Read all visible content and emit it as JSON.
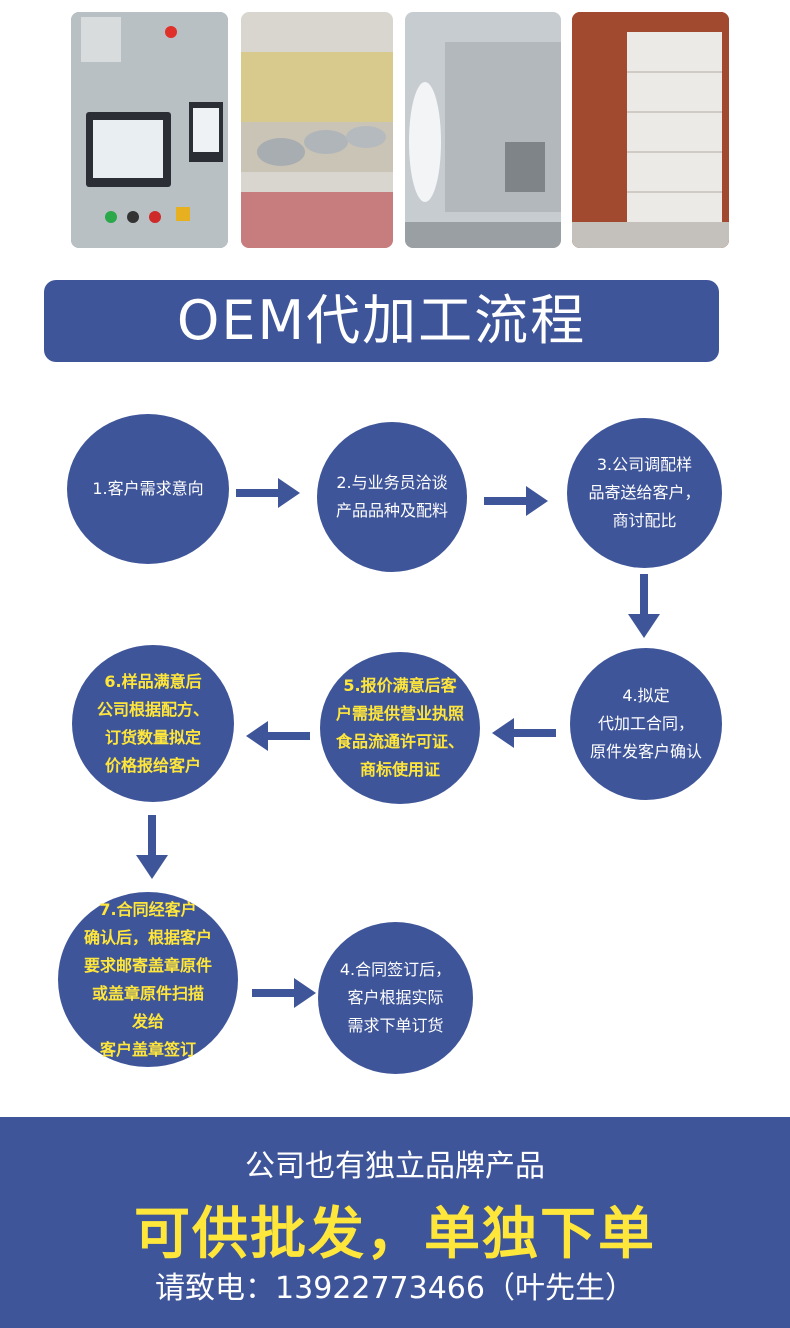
{
  "title": "OEM代加工流程",
  "steps": [
    {
      "text": "1.客户需求意向"
    },
    {
      "text": "2.与业务员洽谈\n产品品种及配料"
    },
    {
      "text": "3.公司调配样\n品寄送给客户，\n商讨配比"
    },
    {
      "text": "4.拟定\n代加工合同，\n原件发客户确认"
    },
    {
      "text": "5.报价满意后客\n户需提供营业执照\n食品流通许可证、\n商标使用证"
    },
    {
      "text": "6.样品满意后\n公司根据配方、\n订货数量拟定\n价格报给客户"
    },
    {
      "text": "7.合同经客户\n确认后，根据客户\n要求邮寄盖章原件\n或盖章原件扫描\n发给\n客户盖章签订"
    },
    {
      "text": "4.合同签订后，\n客户根据实际\n需求下单订货"
    }
  ],
  "footer": {
    "line1": "公司也有独立品牌产品",
    "line2": "可供批发，单独下单",
    "line3": "请致电：13922773466（叶先生）"
  },
  "colors": {
    "brand_blue": "#3f5599",
    "highlight_yellow": "#ffe63a",
    "arrow": "#3f5599"
  }
}
